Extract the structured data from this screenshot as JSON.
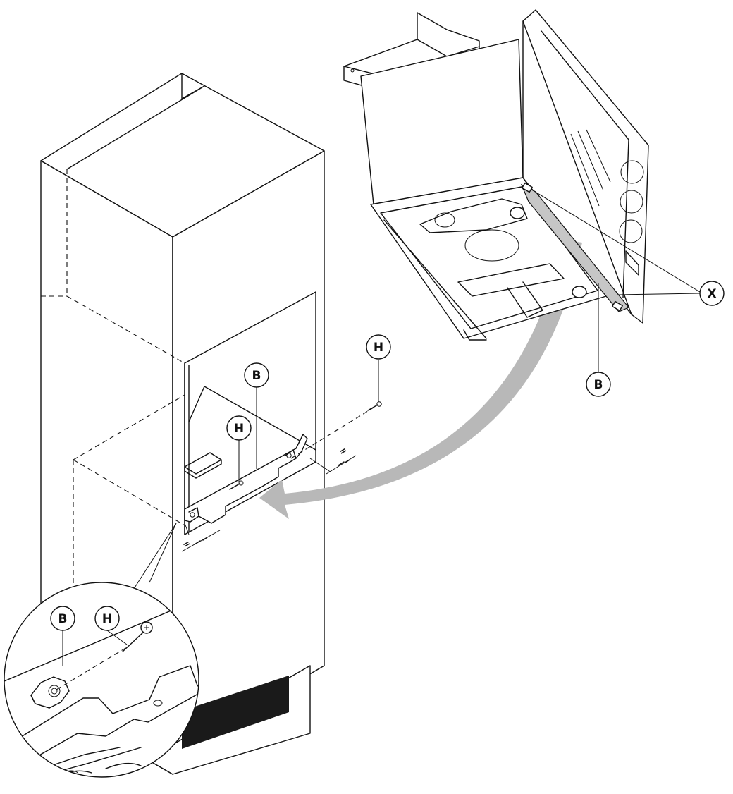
{
  "callouts": {
    "bracket": "B",
    "screw": "H",
    "clip": "X"
  },
  "equal_mark": "=",
  "colors": {
    "line": "#111111",
    "arrow": "#b8b8b8",
    "vent": "#1a1a1a",
    "background": "#ffffff"
  }
}
